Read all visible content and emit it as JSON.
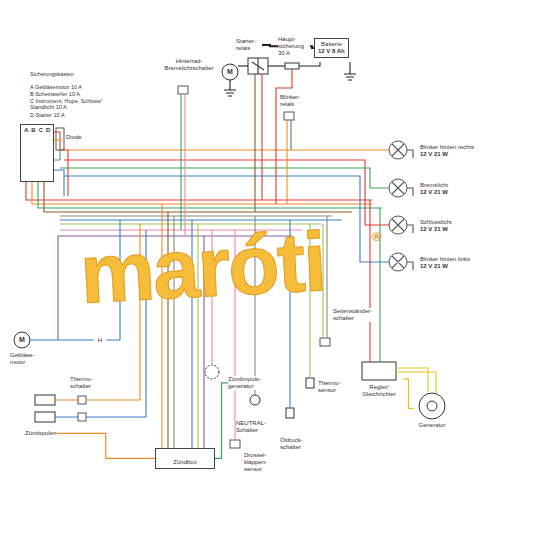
{
  "diagram": {
    "nodes": [
      {
        "text": [
          "A",
          "B",
          "C",
          "D"
        ]
      },
      {
        "text": [
          "Diode"
        ]
      },
      {
        "text": [
          "Hinterrad- Bremslichtschalter"
        ]
      },
      {
        "text": [
          "Starter- relais"
        ]
      },
      {
        "text": [
          "Haupt- sicherung 30 A"
        ]
      },
      {
        "text": [
          "Batterie",
          "12 V 8 Ah"
        ]
      },
      {
        "text": [
          "Blinker- relais"
        ]
      },
      {
        "text": [
          "Blinker hinten rechts",
          "12 V 21 W"
        ]
      },
      {
        "text": [
          "Bremslicht",
          "12 V 21 W"
        ]
      },
      {
        "text": [
          "Schlusslicht",
          "12 V 21 W"
        ]
      },
      {
        "text": [
          "Blinker hinten links",
          "12 V 21 W"
        ]
      },
      {
        "text": [
          "Seitenständer- schalter"
        ]
      },
      {
        "text": [
          "Gebläse- motor"
        ]
      },
      {
        "text": [
          "Thermo- schalter"
        ]
      },
      {
        "text": [
          "Zündspulen"
        ]
      },
      {
        "text": [
          "Zündimpuls- generator"
        ]
      },
      {
        "text": [
          "Zündbox"
        ]
      },
      {
        "text": [
          "Drossel- klappen- sensor"
        ]
      },
      {
        "text": [
          "NEUTRAL- Schalter"
        ]
      },
      {
        "text": [
          "Öldruck- schalter"
        ]
      },
      {
        "text": [
          "Thermo- sensor"
        ]
      },
      {
        "text": [
          "Regler/ Gleichrichter"
        ]
      },
      {
        "text": [
          "Generator"
        ]
      }
    ],
    "edges": [
      {
        "from": 3,
        "to": 4,
        "arrow": "none"
      },
      {
        "from": 4,
        "to": 5,
        "arrow": "none"
      },
      {
        "from": 14,
        "to": 16,
        "arrow": "none"
      },
      {
        "from": 15,
        "to": 16,
        "arrow": "none"
      },
      {
        "from": 21,
        "to": 22,
        "arrow": "none"
      }
    ],
    "labels": [
      "Sicherungskasten",
      "A Gebläsemotor 10 A",
      "B Scheinwerfer 10 A",
      "C Instrument, Hupe, Schluss/ Standlicht 10 A",
      "D Starter 10 A",
      "M",
      "M",
      "H",
      "maróti",
      "®"
    ]
  }
}
